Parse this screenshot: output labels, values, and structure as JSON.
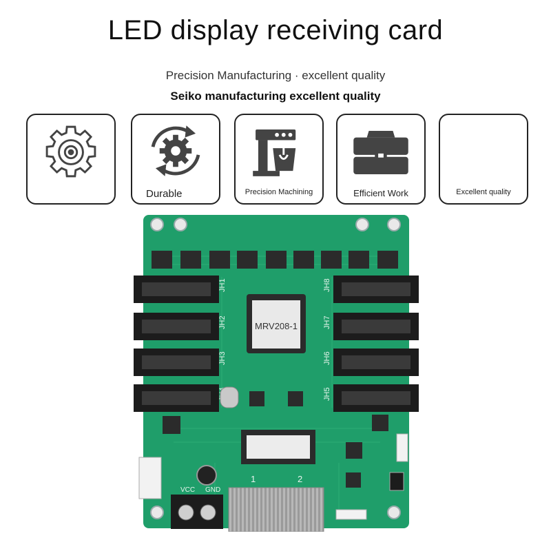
{
  "title": "LED display receiving card",
  "subtitle": "Precision Manufacturing · excellent quality",
  "tagline": "Seiko manufacturing excellent quality",
  "features": [
    {
      "label": "",
      "icon": "gear-target-icon"
    },
    {
      "label": "Durable",
      "icon": "gear-cycle-icon"
    },
    {
      "label": "Precision Machining",
      "icon": "machine-icon"
    },
    {
      "label": "Efficient Work",
      "icon": "toolbox-icon"
    },
    {
      "label": "Excellent quality",
      "icon": ""
    }
  ],
  "board": {
    "chip_label": "MRV208-1",
    "connectors_left": [
      "JH1",
      "JH2",
      "JH3",
      "JH4"
    ],
    "connectors_right": [
      "JH8",
      "JH7",
      "JH6",
      "JH5"
    ],
    "power_labels": [
      "VCC",
      "GND"
    ],
    "port_labels": [
      "1",
      "2"
    ],
    "colors": {
      "pcb": "#1f9e6a",
      "connector": "#1c1c1c",
      "chip": "#2b2b2b"
    }
  }
}
